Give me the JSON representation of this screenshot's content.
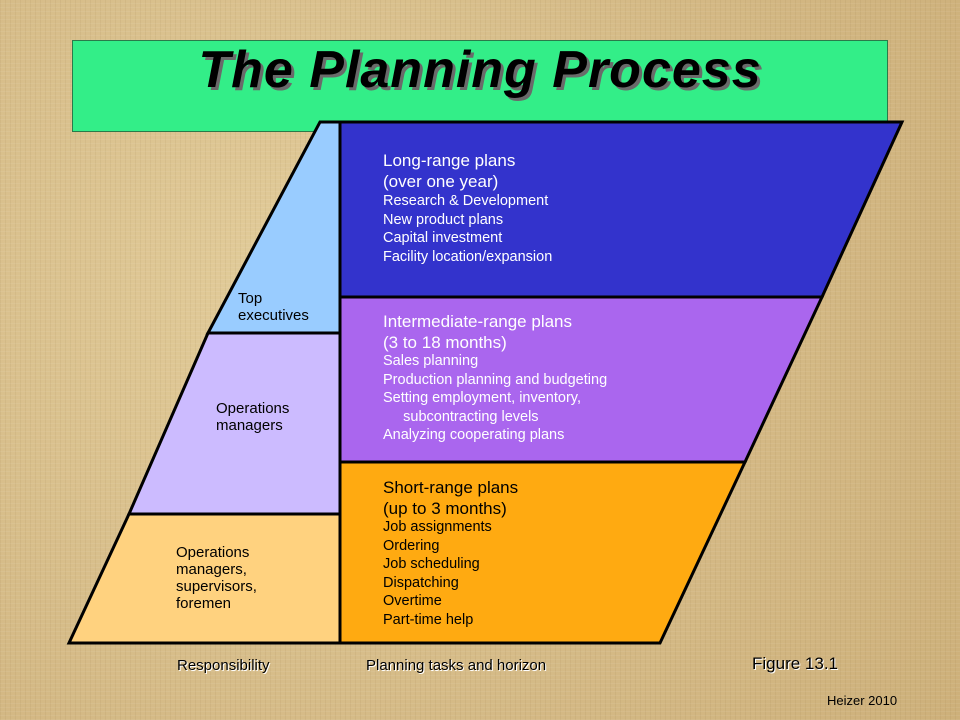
{
  "title": "The Planning Process",
  "colors": {
    "title_banner": "#33ee88",
    "long_range": "#3333cc",
    "intermediate_range": "#aa66ee",
    "short_range": "#ffaa11",
    "top_executives": "#99ccff",
    "operations_managers": "#ccbbff",
    "supervisors": "#ffd27f"
  },
  "responsibility": {
    "top": "Top\nexecutives",
    "middle": "Operations\nmanagers",
    "bottom": "Operations\nmanagers,\nsupervisors,\nforemen"
  },
  "long_range": {
    "header": "Long-range plans\n(over one year)",
    "items": "Research & Development\nNew product plans\nCapital investment\nFacility location/expansion"
  },
  "intermediate_range": {
    "header": "Intermediate-range plans\n(3 to 18 months)",
    "items": "Sales planning\nProduction planning and budgeting\nSetting employment, inventory,\n     subcontracting levels\nAnalyzing cooperating plans"
  },
  "short_range": {
    "header": "Short-range plans\n(up to 3 months)",
    "items": "Job assignments\nOrdering\nJob scheduling\nDispatching\nOvertime\nPart-time help"
  },
  "footer": {
    "responsibility_label": "Responsibility",
    "tasks_label": "Planning tasks and horizon",
    "figure": "Figure 13.1",
    "credit": "Heizer 2010"
  }
}
